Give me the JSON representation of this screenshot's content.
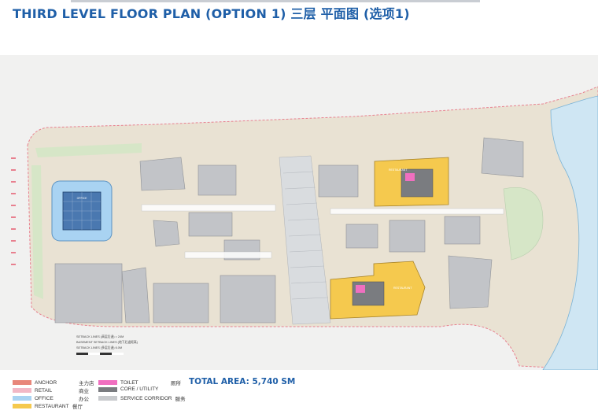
{
  "title": "THIRD LEVEL FLOOR PLAN (OPTION 1) 三层 平面图 (选项1)",
  "plan_labels": {
    "office_tower": "OFFICE",
    "restaurant_north": "RESTAURANT",
    "restaurant_south": "RESTAURANT"
  },
  "setback_notes": [
    "SETBACK LINES (高层后退) = 24M",
    "BASEMENT SETBACK LINES (地下后退距离)",
    "SETBACK LINES (多层后退) 6.0M"
  ],
  "legend": {
    "left": [
      {
        "label": "ANCHOR",
        "zh": "主力店",
        "color": "#e8867a"
      },
      {
        "label": "RETAIL",
        "zh": "商业",
        "color": "#f2b8c6"
      },
      {
        "label": "OFFICE",
        "zh": "办公",
        "color": "#a9d3f2"
      },
      {
        "label": "RESTAURANT",
        "zh": "餐厅",
        "color": "#f5c94e"
      }
    ],
    "right": [
      {
        "label": "TOILET",
        "zh": "厕所",
        "color": "#f06fc0"
      },
      {
        "label": "CORE / UTILITY",
        "zh": "",
        "color": "#7a7c80"
      },
      {
        "label": "SERVICE CORRIDOR",
        "zh": "服务",
        "color": "#c8cacd"
      }
    ]
  },
  "total_area": "TOTAL AREA: 5,740 SM",
  "colors": {
    "title_blue": "#1f5fa8",
    "water": "#cfe6f3",
    "building_grey": "#c2c4c8",
    "restaurant": "#f5c94e",
    "office": "#a9d3f2",
    "site_pink": "#e8808f",
    "plaza": "#ece5d9",
    "green": "#d6e6c7"
  }
}
